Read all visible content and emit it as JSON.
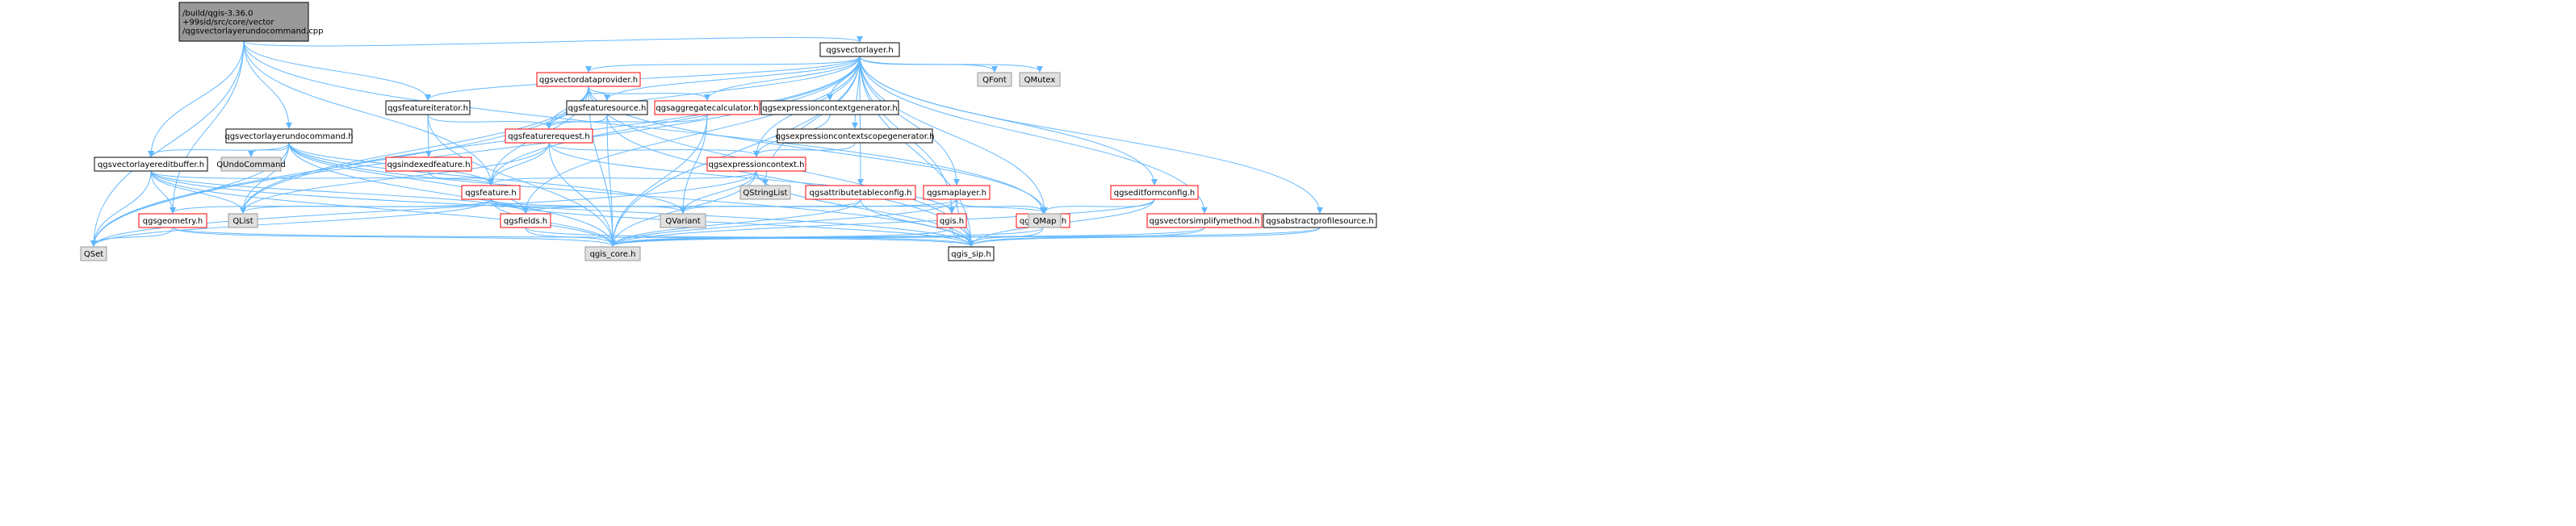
{
  "colors": {
    "edge": "#63b8ff",
    "root_fill": "#999999",
    "normal_fill": "#ffffff",
    "normal_border": "#000000",
    "missing_border": "#ff0000",
    "system_fill": "#e0e0e0",
    "system_border": "#999999",
    "text": "#000000"
  },
  "nodes": [
    {
      "id": "root",
      "lines": [
        "/build/qgis-3.36.0",
        "+99sid/src/core/vector",
        "/qgsvectorlayerundocommand.cpp"
      ],
      "style": "root"
    },
    {
      "id": "qgsvectorlayer",
      "lines": [
        "qgsvectorlayer.h"
      ],
      "style": "normal"
    },
    {
      "id": "qgsvectordataprovider",
      "lines": [
        "qgsvectordataprovider.h"
      ],
      "style": "missing"
    },
    {
      "id": "qfont",
      "lines": [
        "QFont"
      ],
      "style": "system"
    },
    {
      "id": "qmutex",
      "lines": [
        "QMutex"
      ],
      "style": "system"
    },
    {
      "id": "qgsfeatureiterator",
      "lines": [
        "qgsfeatureiterator.h"
      ],
      "style": "normal"
    },
    {
      "id": "qgsfeaturesource",
      "lines": [
        "qgsfeaturesource.h"
      ],
      "style": "normal"
    },
    {
      "id": "qgsaggregatecalculator",
      "lines": [
        "qgsaggregatecalculator.h"
      ],
      "style": "missing"
    },
    {
      "id": "qgsexpressioncontextgenerator",
      "lines": [
        "qgsexpressioncontextgenerator.h"
      ],
      "style": "normal"
    },
    {
      "id": "qgsvectorlayerundocommand",
      "lines": [
        "qgsvectorlayerundocommand.h"
      ],
      "style": "normal"
    },
    {
      "id": "qgsfeaturerequest",
      "lines": [
        "qgsfeaturerequest.h"
      ],
      "style": "missing"
    },
    {
      "id": "qgsexpressioncontextscopegenerator",
      "lines": [
        "qgsexpressioncontextscopegenerator.h"
      ],
      "style": "normal"
    },
    {
      "id": "qundocommand",
      "lines": [
        "QUndoCommand"
      ],
      "style": "system"
    },
    {
      "id": "qgsvectorlayereditbuffer",
      "lines": [
        "qgsvectorlayereditbuffer.h"
      ],
      "style": "normal"
    },
    {
      "id": "qgsindexedfeature",
      "lines": [
        "qgsindexedfeature.h"
      ],
      "style": "missing"
    },
    {
      "id": "qgsexpressioncontext",
      "lines": [
        "qgsexpressioncontext.h"
      ],
      "style": "missing"
    },
    {
      "id": "qgsfeature",
      "lines": [
        "qgsfeature.h"
      ],
      "style": "missing"
    },
    {
      "id": "qstringlist",
      "lines": [
        "QStringList"
      ],
      "style": "system"
    },
    {
      "id": "qgsattributetableconfig",
      "lines": [
        "qgsattributetableconfig.h"
      ],
      "style": "missing"
    },
    {
      "id": "qgsmaplayer",
      "lines": [
        "qgsmaplayer.h"
      ],
      "style": "missing"
    },
    {
      "id": "qgseditformconfig",
      "lines": [
        "qgseditformconfig.h"
      ],
      "style": "missing"
    },
    {
      "id": "qgsgeometry",
      "lines": [
        "qgsgeometry.h"
      ],
      "style": "missing"
    },
    {
      "id": "qlist",
      "lines": [
        "QList"
      ],
      "style": "system"
    },
    {
      "id": "qgsfields",
      "lines": [
        "qgsfields.h"
      ],
      "style": "missing"
    },
    {
      "id": "qvariant",
      "lines": [
        "QVariant"
      ],
      "style": "system"
    },
    {
      "id": "qgis",
      "lines": [
        "qgis.h"
      ],
      "style": "missing"
    },
    {
      "id": "qgslogger",
      "lines": [
        "qgslogger.h"
      ],
      "style": "missing"
    },
    {
      "id": "qmap",
      "lines": [
        "QMap"
      ],
      "style": "system"
    },
    {
      "id": "qgsvectorsimplifymethod",
      "lines": [
        "qgsvectorsimplifymethod.h"
      ],
      "style": "missing"
    },
    {
      "id": "qgsabstractprofilesource",
      "lines": [
        "qgsabstractprofilesource.h"
      ],
      "style": "normal"
    },
    {
      "id": "qset",
      "lines": [
        "QSet"
      ],
      "style": "system"
    },
    {
      "id": "qgis_core",
      "lines": [
        "qgis_core.h"
      ],
      "style": "system"
    },
    {
      "id": "qgis_sip",
      "lines": [
        "qgis_sip.h"
      ],
      "style": "normal"
    }
  ],
  "edges": [
    [
      "root",
      "qgsvectorlayer"
    ],
    [
      "root",
      "qgsfeatureiterator"
    ],
    [
      "root",
      "qgsvectorlayerundocommand"
    ],
    [
      "root",
      "qgsvectorlayereditbuffer"
    ],
    [
      "root",
      "qgsfeature"
    ],
    [
      "root",
      "qgsgeometry"
    ],
    [
      "root",
      "qgslogger"
    ],
    [
      "root",
      "qset"
    ],
    [
      "qgsvectorlayer",
      "qgsvectordataprovider"
    ],
    [
      "qgsvectorlayer",
      "qfont"
    ],
    [
      "qgsvectorlayer",
      "qmutex"
    ],
    [
      "qgsvectorlayer",
      "qgsfeatureiterator"
    ],
    [
      "qgsvectorlayer",
      "qgsfeaturesource"
    ],
    [
      "qgsvectorlayer",
      "qgsaggregatecalculator"
    ],
    [
      "qgsvectorlayer",
      "qgsexpressioncontextgenerator"
    ],
    [
      "qgsvectorlayer",
      "qgsexpressioncontextscopegenerator"
    ],
    [
      "qgsvectorlayer",
      "qgsfeaturerequest"
    ],
    [
      "qgsvectorlayer",
      "qgsexpressioncontext"
    ],
    [
      "qgsvectorlayer",
      "qgsfeature"
    ],
    [
      "qgsvectorlayer",
      "qstringlist"
    ],
    [
      "qgsvectorlayer",
      "qgsattributetableconfig"
    ],
    [
      "qgsvectorlayer",
      "qgsmaplayer"
    ],
    [
      "qgsvectorlayer",
      "qgseditformconfig"
    ],
    [
      "qgsvectorlayer",
      "qgsfields"
    ],
    [
      "qgsvectorlayer",
      "qgis"
    ],
    [
      "qgsvectorlayer",
      "qmap"
    ],
    [
      "qgsvectorlayer",
      "qgsvectorsimplifymethod"
    ],
    [
      "qgsvectorlayer",
      "qgsabstractprofilesource"
    ],
    [
      "qgsvectorlayer",
      "qlist"
    ],
    [
      "qgsvectorlayer",
      "qset"
    ],
    [
      "qgsvectorlayer",
      "qgis_core"
    ],
    [
      "qgsvectorlayer",
      "qgis_sip"
    ],
    [
      "qgsvectordataprovider",
      "qgsfeaturesource"
    ],
    [
      "qgsvectordataprovider",
      "qgsaggregatecalculator"
    ],
    [
      "qgsvectordataprovider",
      "qgsfeaturerequest"
    ],
    [
      "qgsvectordataprovider",
      "qgsfeature"
    ],
    [
      "qgsvectordataprovider",
      "qlist"
    ],
    [
      "qgsvectordataprovider",
      "qset"
    ],
    [
      "qgsvectordataprovider",
      "qmap"
    ],
    [
      "qgsvectordataprovider",
      "qgis_core"
    ],
    [
      "qgsvectordataprovider",
      "qgis_sip"
    ],
    [
      "qgsfeatureiterator",
      "qgsfeaturerequest"
    ],
    [
      "qgsfeatureiterator",
      "qgsindexedfeature"
    ],
    [
      "qgsfeatureiterator",
      "qgis_core"
    ],
    [
      "qgsfeaturesource",
      "qgsfeaturerequest"
    ],
    [
      "qgsfeaturesource",
      "qgis_core"
    ],
    [
      "qgsfeaturesource",
      "qgis_sip"
    ],
    [
      "qgsaggregatecalculator",
      "qgsfeaturerequest"
    ],
    [
      "qgsaggregatecalculator",
      "qvariant"
    ],
    [
      "qgsaggregatecalculator",
      "qgis_core"
    ],
    [
      "qgsexpressioncontextgenerator",
      "qgsexpressioncontext"
    ],
    [
      "qgsexpressioncontextscopegenerator",
      "qgsexpressioncontext"
    ],
    [
      "qgsvectorlayerundocommand",
      "qundocommand"
    ],
    [
      "qgsvectorlayerundocommand",
      "qgsvectorlayereditbuffer"
    ],
    [
      "qgsvectorlayerundocommand",
      "qgsfeature"
    ],
    [
      "qgsvectorlayerundocommand",
      "qgsfields"
    ],
    [
      "qgsvectorlayerundocommand",
      "qvariant"
    ],
    [
      "qgsvectorlayerundocommand",
      "qlist"
    ],
    [
      "qgsvectorlayerundocommand",
      "qset"
    ],
    [
      "qgsvectorlayerundocommand",
      "qgis_core"
    ],
    [
      "qgsvectorlayerundocommand",
      "qgis_sip"
    ],
    [
      "qgsfeaturerequest",
      "qgsexpressioncontext"
    ],
    [
      "qgsfeaturerequest",
      "qgsfeature"
    ],
    [
      "qgsfeaturerequest",
      "qgis"
    ],
    [
      "qgsfeaturerequest",
      "qlist"
    ],
    [
      "qgsfeaturerequest",
      "qgis_core"
    ],
    [
      "qgsvectorlayereditbuffer",
      "qgsfeature"
    ],
    [
      "qgsvectorlayereditbuffer",
      "qgsgeometry"
    ],
    [
      "qgsvectorlayereditbuffer",
      "qgsfields"
    ],
    [
      "qgsvectorlayereditbuffer",
      "qlist"
    ],
    [
      "qgsvectorlayereditbuffer",
      "qset"
    ],
    [
      "qgsvectorlayereditbuffer",
      "qgis_core"
    ],
    [
      "qgsvectorlayereditbuffer",
      "qgis_sip"
    ],
    [
      "qgsindexedfeature",
      "qgsfeature"
    ],
    [
      "qgsexpressioncontext",
      "qgsfeature"
    ],
    [
      "qgsexpressioncontext",
      "qstringlist"
    ],
    [
      "qgsexpressioncontext",
      "qvariant"
    ],
    [
      "qgsexpressioncontext",
      "qset"
    ],
    [
      "qgsexpressioncontext",
      "qgis_core"
    ],
    [
      "qgsexpressioncontext",
      "qgis_sip"
    ],
    [
      "qgsfeature",
      "qgsgeometry"
    ],
    [
      "qgsfeature",
      "qlist"
    ],
    [
      "qgsfeature",
      "qgsfields"
    ],
    [
      "qgsfeature",
      "qvariant"
    ],
    [
      "qgsfeature",
      "qmap"
    ],
    [
      "qgsfeature",
      "qset"
    ],
    [
      "qgsfeature",
      "qgis_core"
    ],
    [
      "qgsfeature",
      "qgis_sip"
    ],
    [
      "qgsattributetableconfig",
      "qvariant"
    ],
    [
      "qgsattributetableconfig",
      "qgis_core"
    ],
    [
      "qgsattributetableconfig",
      "qgis_sip"
    ],
    [
      "qgsmaplayer",
      "qgsfields"
    ],
    [
      "qgsmaplayer",
      "qgis"
    ],
    [
      "qgsmaplayer",
      "qgslogger"
    ],
    [
      "qgsmaplayer",
      "qgis_core"
    ],
    [
      "qgsmaplayer",
      "qgis_sip"
    ],
    [
      "qgseditformconfig",
      "qmap"
    ],
    [
      "qgseditformconfig",
      "qgis_core"
    ],
    [
      "qgseditformconfig",
      "qgis_sip"
    ],
    [
      "qgsgeometry",
      "qset"
    ],
    [
      "qgsgeometry",
      "qgis_core"
    ],
    [
      "qgsgeometry",
      "qgis_sip"
    ],
    [
      "qgsfields",
      "qgis_core"
    ],
    [
      "qgsfields",
      "qgis_sip"
    ],
    [
      "qgis",
      "qgis_core"
    ],
    [
      "qgis",
      "qgis_sip"
    ],
    [
      "qgslogger",
      "qgis_core"
    ],
    [
      "qgslogger",
      "qgis_sip"
    ],
    [
      "qgsvectorsimplifymethod",
      "qgis_core"
    ],
    [
      "qgsvectorsimplifymethod",
      "qgis_sip"
    ],
    [
      "qgsabstractprofilesource",
      "qgis_core"
    ],
    [
      "qgsabstractprofilesource",
      "qgis_sip"
    ]
  ]
}
